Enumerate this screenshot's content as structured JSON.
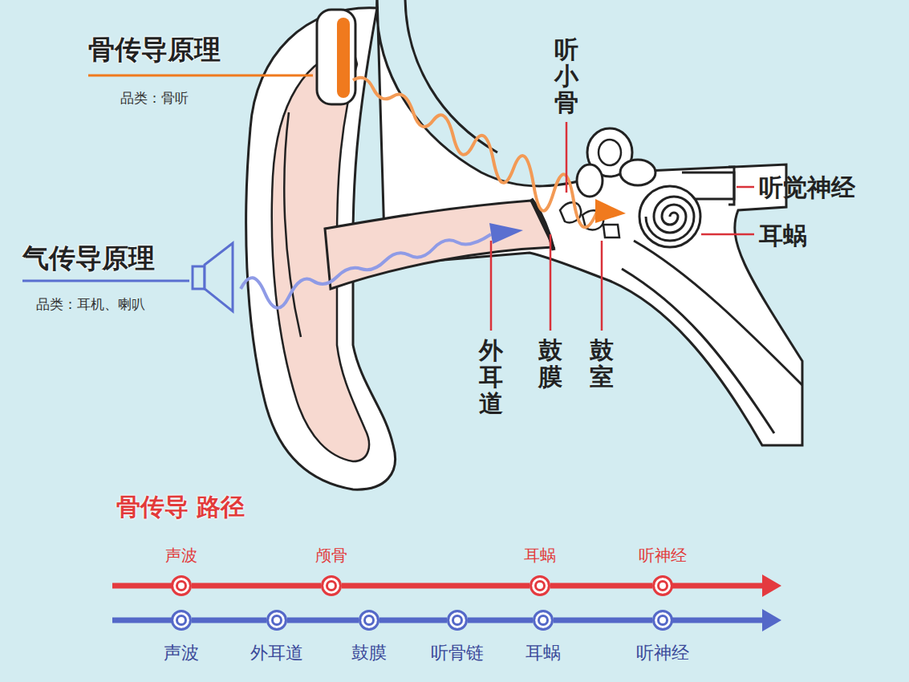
{
  "diagram": {
    "nodes": [
      {
        "text": [
          "声波"
        ]
      },
      {
        "text": [
          "颅骨"
        ]
      },
      {
        "text": [
          "耳蜗"
        ]
      },
      {
        "text": [
          "听神经"
        ]
      },
      {
        "text": [
          "声波"
        ]
      },
      {
        "text": [
          "外耳道"
        ]
      },
      {
        "text": [
          "鼓膜"
        ]
      },
      {
        "text": [
          "听骨链"
        ]
      },
      {
        "text": [
          "耳蜗"
        ]
      },
      {
        "text": [
          "听神经"
        ]
      }
    ],
    "edges": [
      {
        "from": 0,
        "to": 1,
        "arrow": "none"
      },
      {
        "from": 1,
        "to": 2,
        "arrow": "none"
      },
      {
        "from": 2,
        "to": 3,
        "arrow": "none"
      },
      {
        "from": 4,
        "to": 5,
        "arrow": "none"
      },
      {
        "from": 5,
        "to": 6,
        "arrow": "none"
      },
      {
        "from": 6,
        "to": 7,
        "arrow": "none"
      },
      {
        "from": 7,
        "to": 8,
        "arrow": "none"
      },
      {
        "from": 8,
        "to": 9,
        "arrow": "none"
      }
    ],
    "labels": [
      "骨传导原理",
      "品类：骨听",
      "气传导原理",
      "品类：耳机、喇叭",
      "听小骨",
      "听觉神经",
      "耳蜗",
      "外耳道",
      "鼓膜",
      "鼓室",
      "骨传导 路径"
    ]
  }
}
